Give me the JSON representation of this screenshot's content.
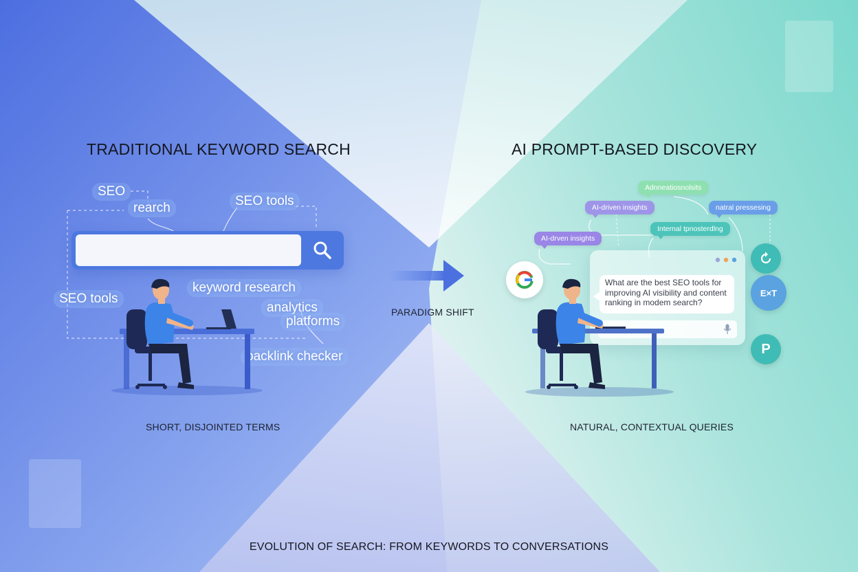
{
  "left": {
    "heading": "TRADITIONAL KEYWORD SEARCH",
    "caption": "SHORT, DISJOINTED TERMS",
    "keywords": [
      "SEO",
      "rearch",
      "SEO tools",
      "SEO tools",
      "keyword research",
      "analytics",
      "platforms",
      "backlink checker"
    ]
  },
  "center": {
    "label": "PARADIGM SHIFT"
  },
  "right": {
    "heading": "AI PROMPT-BASED DISCOVERY",
    "caption": "NATURAL, CONTEXTUAL QUERIES",
    "chips": [
      "Adnneatiosnolsits",
      "AI-driven insights",
      "natral pressesing",
      "Internal tpnosterdlng",
      "AI-drven insights"
    ],
    "chat_query": "What are the best SEO tools for improving AI visibility and content ranking in modem search?",
    "badges": {
      "eeat": "E×T",
      "p": "P"
    }
  },
  "footer": {
    "title": "EVOLUTION OF SEARCH: FROM KEYWORDS TO CONVERSATIONS"
  },
  "colors": {
    "left_blue": "#4a6fdd",
    "search_blue": "#4d78e0",
    "right_teal": "#7fd8cf",
    "chip_green": "#8fe0b0",
    "chip_purple": "#9a86e6",
    "chip_blue": "#6a9ee8",
    "chip_teal": "#4cc4b9",
    "badge_teal": "#3fbcb5",
    "badge_blue": "#5aa3e0"
  },
  "icons": [
    "search-icon",
    "arrow-right-icon",
    "google-icon",
    "mic-icon",
    "refresh-icon",
    "person-at-desk-illustration"
  ]
}
